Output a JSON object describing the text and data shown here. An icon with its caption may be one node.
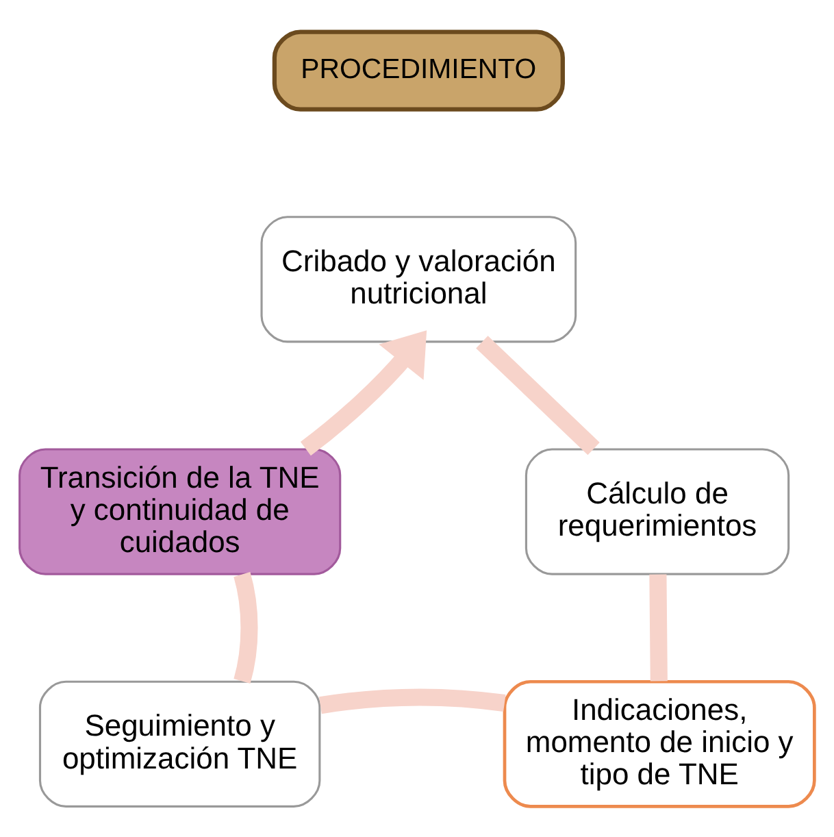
{
  "diagram": {
    "nodes": [
      {
        "text": [
          "PROCEDIMIENTO"
        ]
      },
      {
        "text": [
          "Cribado y valoración nutricional"
        ]
      },
      {
        "text": [
          "Cálculo de requerimientos"
        ]
      },
      {
        "text": [
          "Indicaciones, momento de inicio y tipo de TNE"
        ]
      },
      {
        "text": [
          "Seguimiento y optimización TNE"
        ]
      },
      {
        "text": [
          "Transición de la TNE y continuidad de cuidados"
        ]
      }
    ],
    "edges": [
      {
        "from": 1,
        "to": 2,
        "arrow": "none",
        "color": "#f7d3ca"
      },
      {
        "from": 2,
        "to": 3,
        "arrow": "none",
        "color": "#f7d3ca"
      },
      {
        "from": 3,
        "to": 4,
        "arrow": "none",
        "color": "#f7d3ca"
      },
      {
        "from": 4,
        "to": 5,
        "arrow": "none",
        "color": "#f7d3ca"
      },
      {
        "from": 5,
        "to": 1,
        "arrow": "to",
        "color": "#f7d3ca"
      }
    ]
  }
}
